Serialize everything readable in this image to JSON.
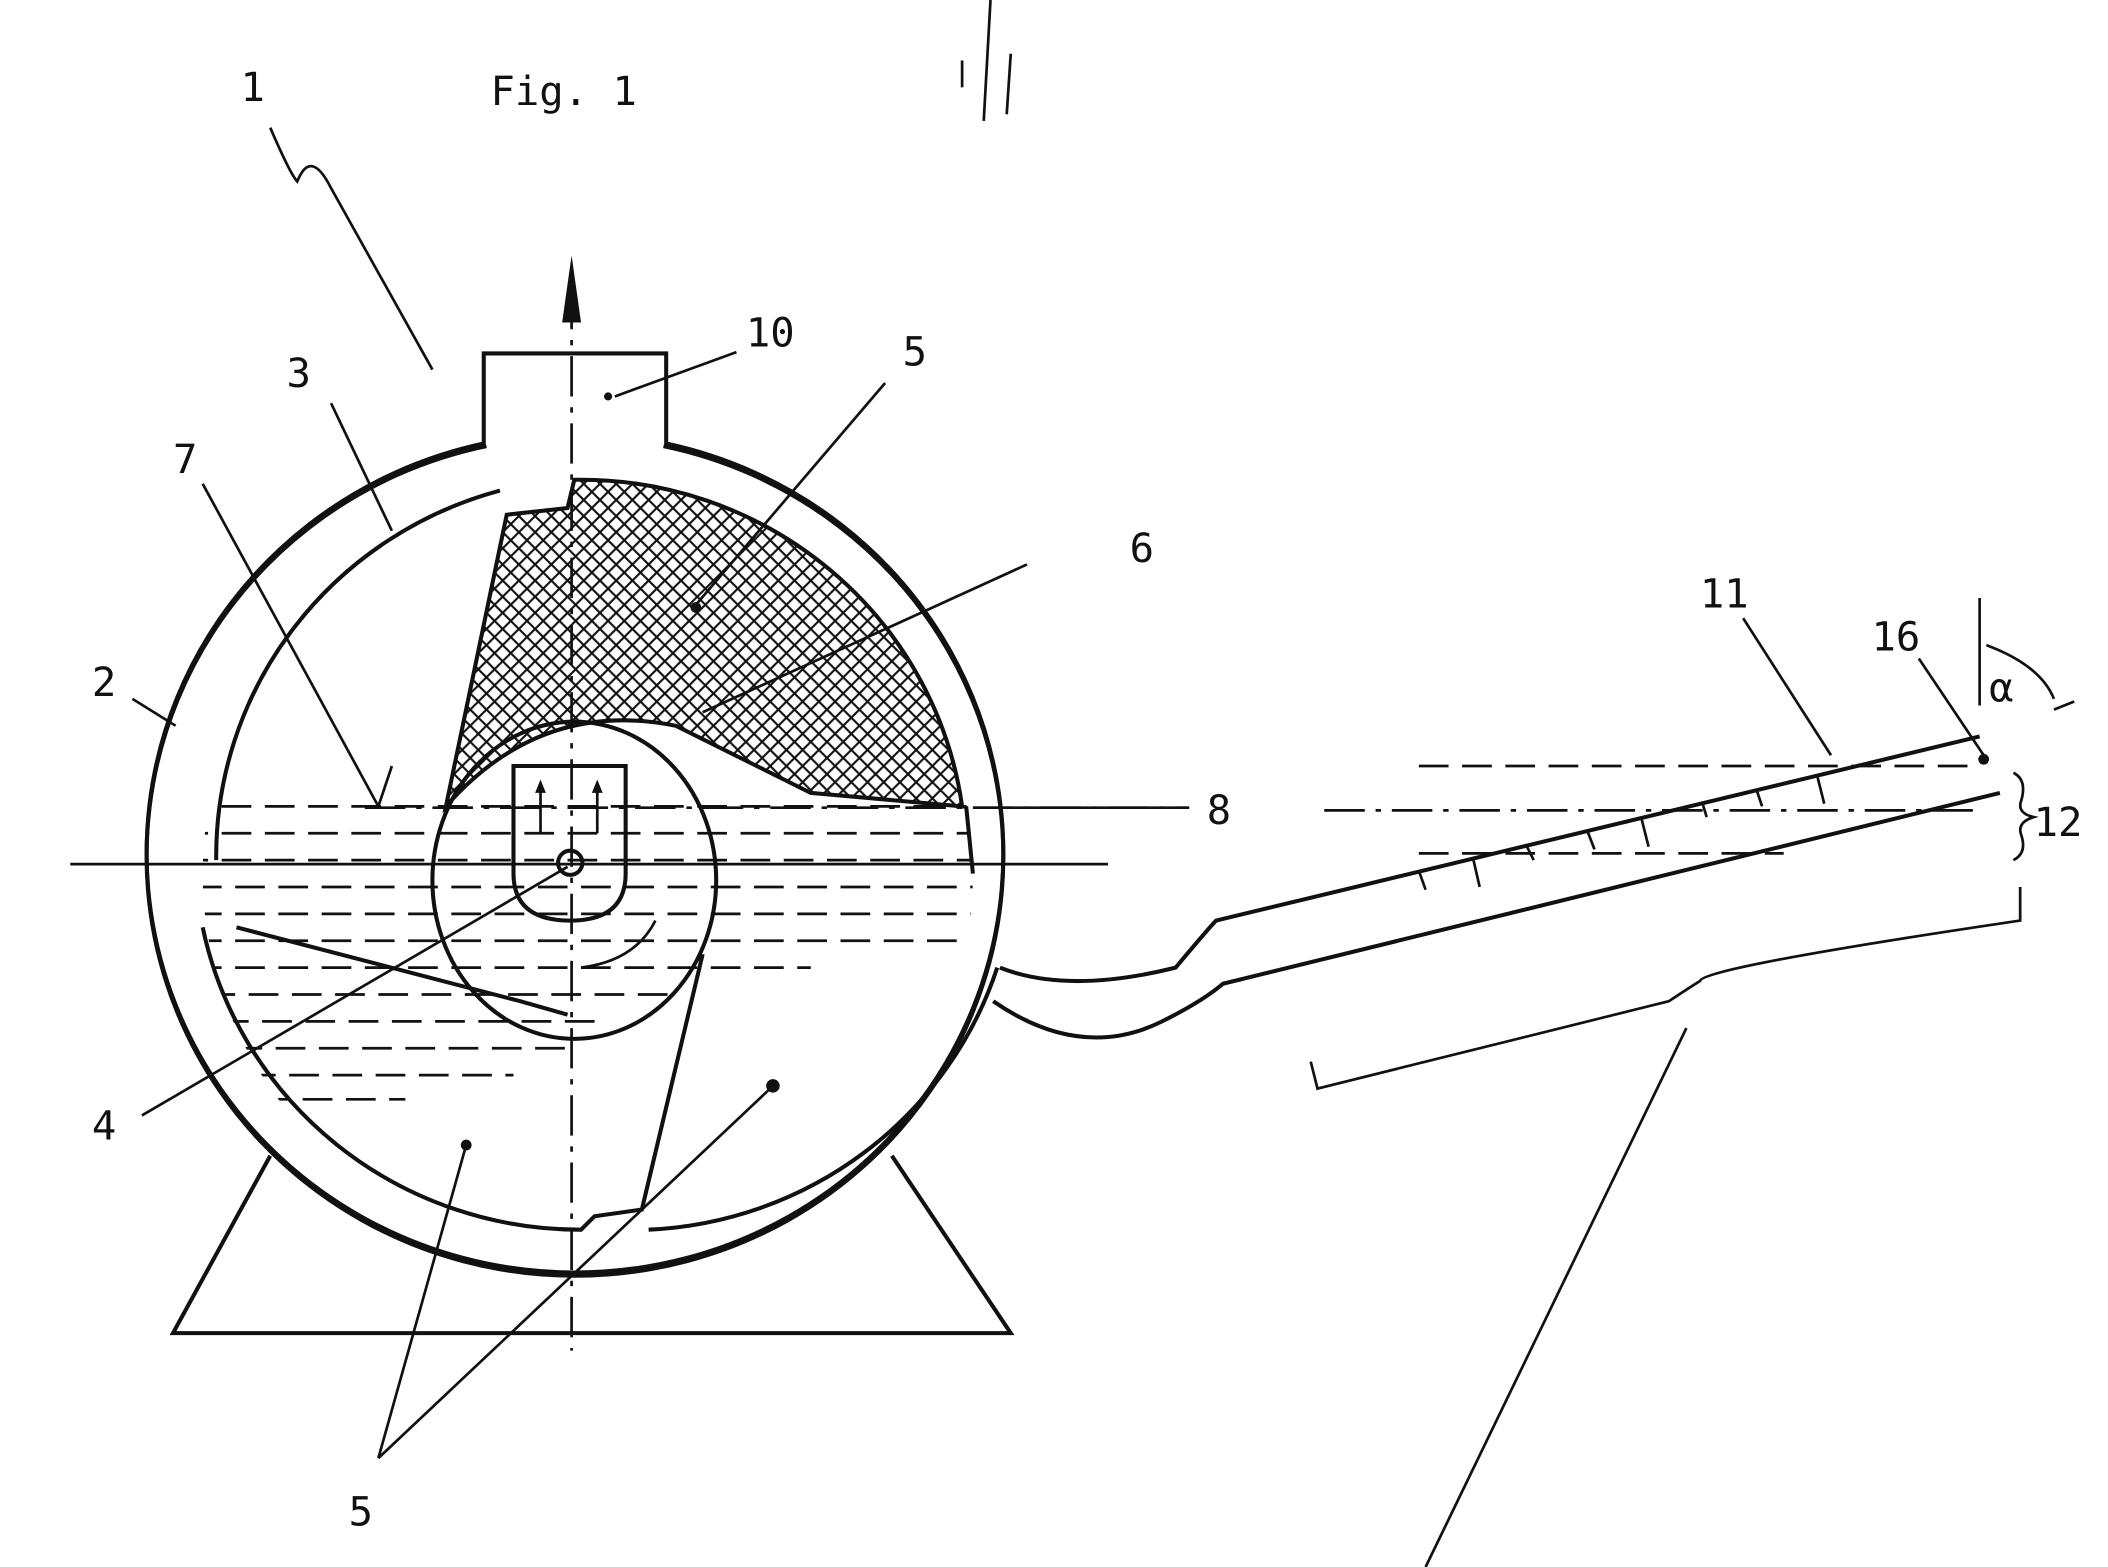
{
  "figure_title": "Fig. 1",
  "labels": {
    "l1": "1",
    "l2": "2",
    "l3": "3",
    "l4": "4",
    "l5a": "5",
    "l5b": "5",
    "l6": "6",
    "l7": "7",
    "l8": "8",
    "l10": "10",
    "l11": "11",
    "l12": "12",
    "l16": "16",
    "alpha": "α"
  },
  "colors": {
    "line": "#111111",
    "background": "#ffffff"
  }
}
